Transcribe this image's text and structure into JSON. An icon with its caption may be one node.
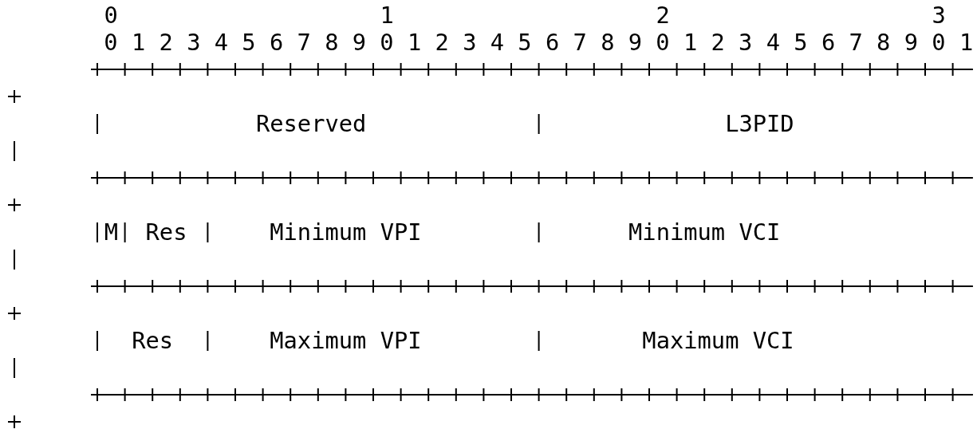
{
  "diagram": {
    "nodes": [
      {
        "text": [
          "Reserved"
        ]
      },
      {
        "text": [
          "L3PID"
        ]
      },
      {
        "text": [
          "M"
        ]
      },
      {
        "text": [
          "Res"
        ]
      },
      {
        "text": [
          "Minimum VPI"
        ]
      },
      {
        "text": [
          "Minimum VCI"
        ]
      },
      {
        "text": [
          "Res"
        ]
      },
      {
        "text": [
          "Maximum VPI"
        ]
      },
      {
        "text": [
          "Maximum VCI"
        ]
      }
    ],
    "labels": [
      "0",
      "1",
      "2",
      "3",
      "0 1 2 3 4 5 6 7 8 9 0 1 2 3 4 5 6 7 8 9 0 1 2 3 4 5 6 7 8 9 0 1"
    ]
  }
}
